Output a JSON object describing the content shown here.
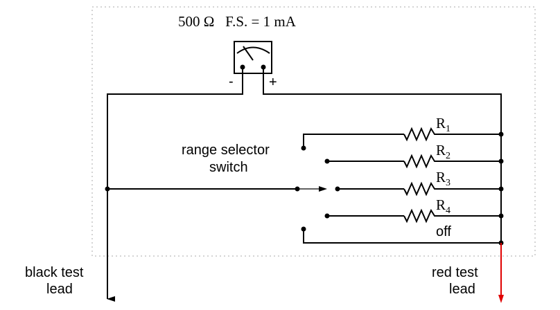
{
  "meter": {
    "label": "500 Ω   F.S. = 1 mA",
    "minus": "-",
    "plus": "+"
  },
  "switch": {
    "label_line1": "range selector",
    "label_line2": "switch"
  },
  "resistors": [
    {
      "name": "R",
      "sub": "1"
    },
    {
      "name": "R",
      "sub": "2"
    },
    {
      "name": "R",
      "sub": "3"
    },
    {
      "name": "R",
      "sub": "4"
    }
  ],
  "off_label": "off",
  "black_lead": {
    "line1": "black test",
    "line2": "lead",
    "color": "#000000"
  },
  "red_lead": {
    "line1": "red test",
    "line2": "lead",
    "color": "#e00000"
  }
}
